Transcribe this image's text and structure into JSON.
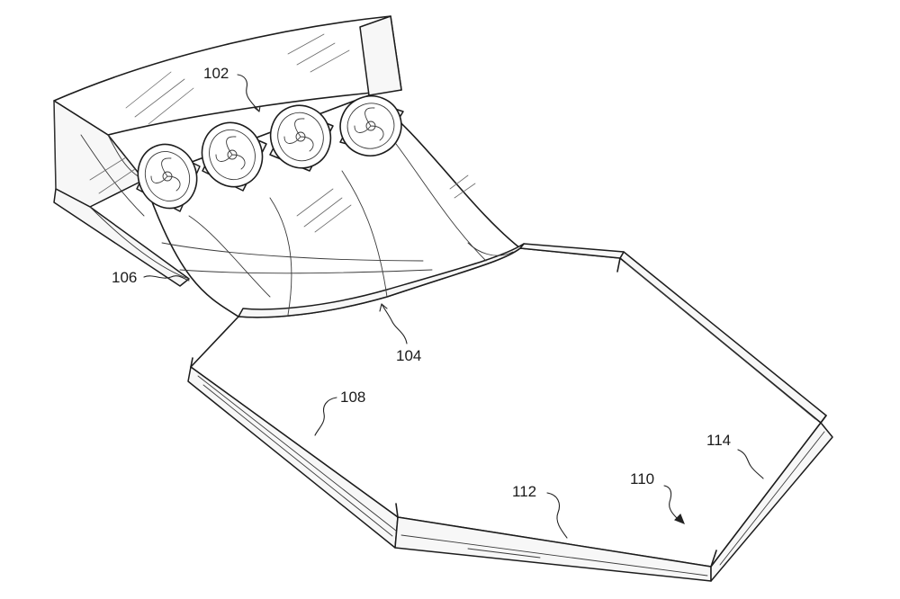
{
  "figure": {
    "reference_numerals": {
      "ref_102": "102",
      "ref_104": "104",
      "ref_106": "106",
      "ref_108": "108",
      "ref_110": "110",
      "ref_112": "112",
      "ref_114": "114"
    },
    "fan_count": 4,
    "line_color": "#1c1c1c"
  }
}
